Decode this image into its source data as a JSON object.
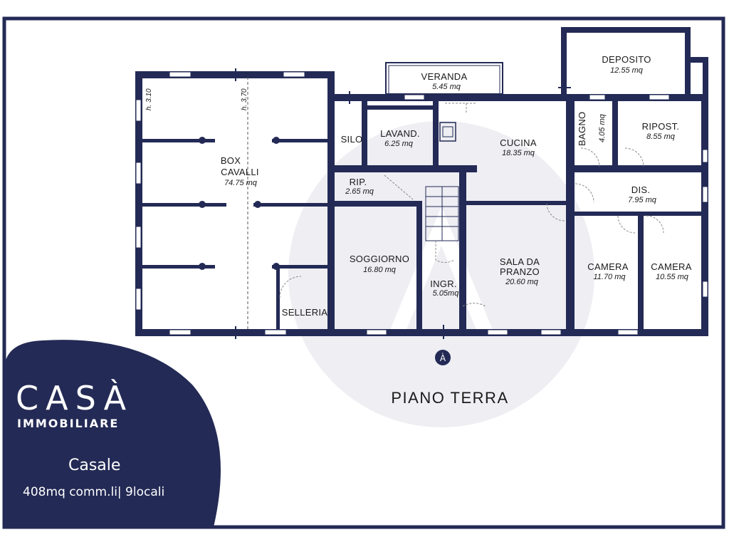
{
  "floor_title": "PIANO TERRA",
  "brand": {
    "name": "CASÀ",
    "subtitle": "IMMOBILIARE",
    "watermark_letter": "À"
  },
  "property": {
    "type": "Casale",
    "info": "408mq comm.li| 9locali"
  },
  "heights": [
    "h. 3.10",
    "h. 3.70"
  ],
  "rooms": {
    "box_cavalli": {
      "name_line1": "BOX",
      "name_line2": "CAVALLI",
      "area": "74.75 mq"
    },
    "selleria": {
      "name": "SELLERIA"
    },
    "silo": {
      "name": "SILO"
    },
    "lavanderia": {
      "name": "LAVAND.",
      "area": "6.25 mq"
    },
    "veranda": {
      "name": "VERANDA",
      "area": "5.45 mq"
    },
    "cucina": {
      "name": "CUCINA",
      "area": "18.35 mq"
    },
    "deposito": {
      "name": "DEPOSITO",
      "area": "12.55 mq"
    },
    "bagno": {
      "name": "BAGNO",
      "area": "4.05 mq"
    },
    "ripostiglio2": {
      "name": "RIPOST.",
      "area": "8.55 mq"
    },
    "ripostiglio1": {
      "name": "RIP.",
      "area": "2.65 mq"
    },
    "disimpegno": {
      "name": "DIS.",
      "area": "7.95 mq"
    },
    "soggiorno": {
      "name": "SOGGIORNO",
      "area": "16.80 mq"
    },
    "ingresso": {
      "name": "INGR.",
      "area": "5.05mq"
    },
    "sala_pranzo": {
      "name_line1": "SALA DA",
      "name_line2": "PRANZO",
      "area": "20.60 mq"
    },
    "camera1": {
      "name": "CAMERA",
      "area": "11.70 mq"
    },
    "camera2": {
      "name": "CAMERA",
      "area": "10.55 mq"
    }
  },
  "colors": {
    "navy": "#232a55",
    "watermark": "#e9e9ef",
    "white": "#ffffff"
  }
}
